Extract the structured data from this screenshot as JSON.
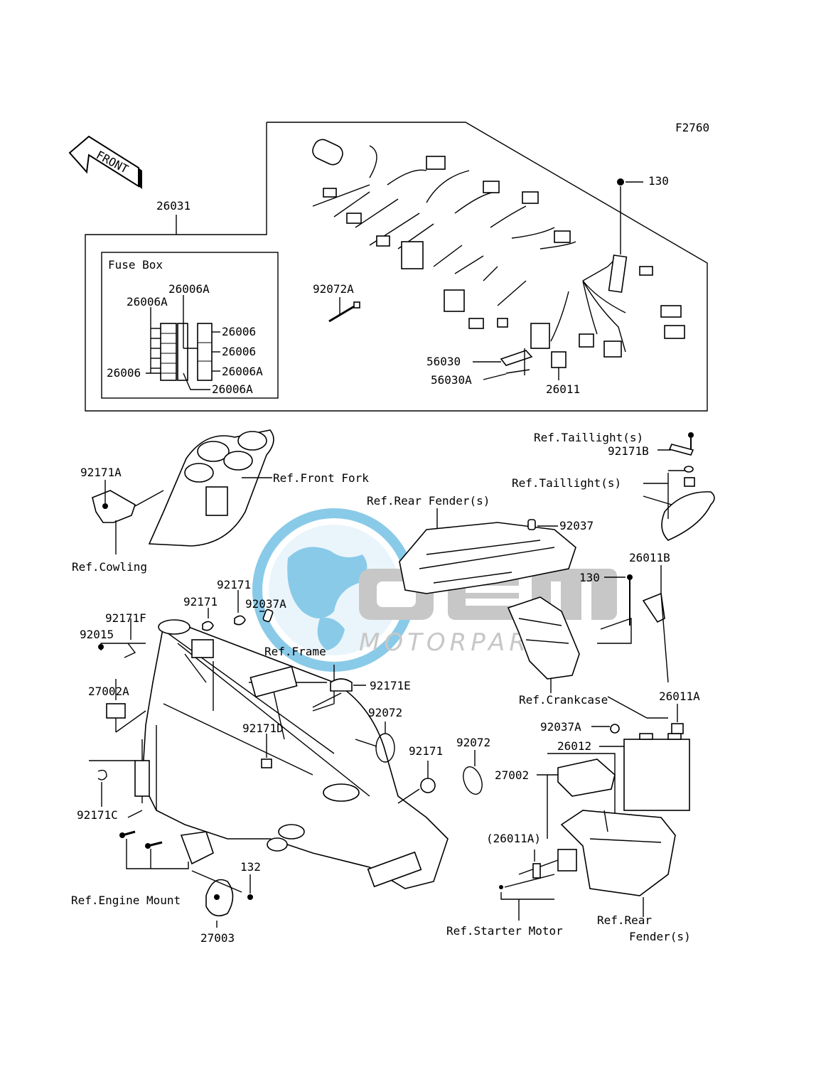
{
  "diagram_code": "F2760",
  "front_arrow": "FRONT",
  "fuse_box_title": "Fuse Box",
  "watermark": {
    "brand_letters": "OEM",
    "sub_text": "MOTORPARTS",
    "color_blue": "#2a9fd6",
    "color_grey": "#9a9a9a"
  },
  "callouts": {
    "c26031": "26031",
    "c130_top": "130",
    "c92072A": "92072A",
    "c56030": "56030",
    "c56030A": "56030A",
    "c26011": "26011",
    "fb_26006A_top1": "26006A",
    "fb_26006A_top2": "26006A",
    "fb_26006_r1": "26006",
    "fb_26006_r2": "26006",
    "fb_26006A_r3": "26006A",
    "fb_26006_left": "26006",
    "fb_26006A_bottom": "26006A",
    "ref_taillight_1": "Ref.Taillight(s)",
    "c92171B": "92171B",
    "ref_taillight_2": "Ref.Taillight(s)",
    "c92171A": "92171A",
    "ref_front_fork": "Ref.Front Fork",
    "ref_rear_fender_top": "Ref.Rear Fender(s)",
    "c92037": "92037",
    "ref_cowling": "Ref.Cowling",
    "c130_mid": "130",
    "c26011B": "26011B",
    "c92171_a": "92171",
    "c92171_b": "92171",
    "c92037A_top": "92037A",
    "c92171F": "92171F",
    "c92015": "92015",
    "ref_frame": "Ref.Frame",
    "c92171E": "92171E",
    "c27002A": "27002A",
    "ref_crankcase": "Ref.Crankcase",
    "c26011A": "26011A",
    "c92072_left": "92072",
    "c92171D": "92171D",
    "c92037A_bottom": "92037A",
    "c92072_right": "92072",
    "c26012": "26012",
    "c92171_c": "92171",
    "c27002": "27002",
    "c92171C": "92171C",
    "c26011A_paren": "(26011A)",
    "c132": "132",
    "ref_engine_mount": "Ref.Engine Mount",
    "ref_rear_fender_b1": "Ref.Rear",
    "ref_rear_fender_b2": "Fender(s)",
    "ref_starter_motor": "Ref.Starter Motor",
    "c27003": "27003"
  }
}
